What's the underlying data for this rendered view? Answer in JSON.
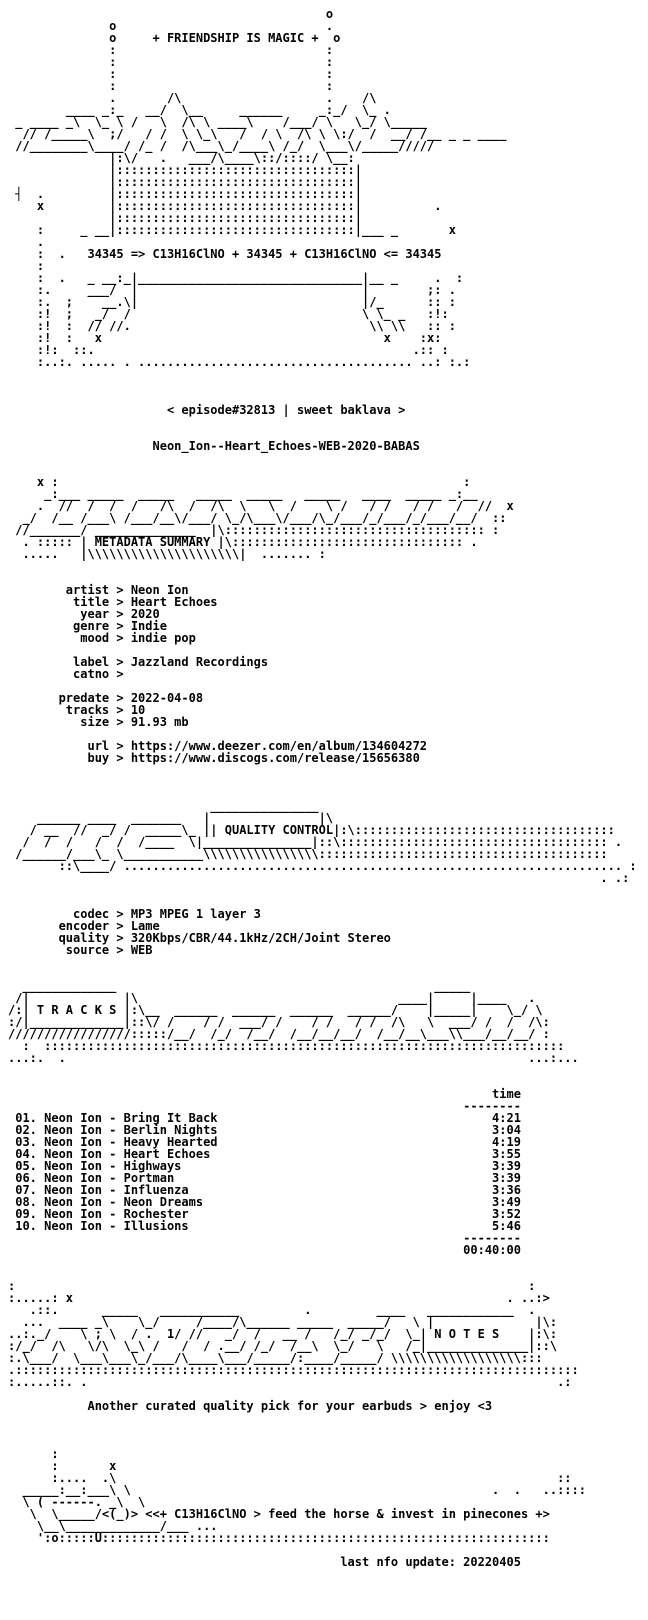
{
  "colors": {
    "background": "#ffffff",
    "text": "#000000"
  },
  "header": {
    "banner": [
      "                                            o",
      "              o                             .",
      "              o     + FRIENDSHIP IS MAGIC +  o",
      "              :                             :",
      "              :                             :",
      "              :                             :",
      "              :                             :",
      "              .       /\\                    .    /\\",
      "        ____ _:_   __/  \\__     ______     _:_/  \\_ .",
      " _ ____ _\\  \\_ \\ /   \\  /\\ \\ ____\\    /___/ \\   \\_/ \\_____",
      "  // /_____\\  ;/   / /  \\ \\_\\   /  / \\  /\\ \\ \\:/  /  __/ /__ _ _ ____",
      " //________\\____/ /_ /  /\\___\\_/____\\ /_/  \\___\\/_____/////",
      "              |:\\/   .   ___/\\____\\::/::::/ \\__:",
      "              |:::::::::::::::::::::::::::::::::|",
      "              |:::::::::::::::::::::::::::::::::|",
      " ┤  .         |:::::::::::::::::::::::::::::::::|",
      "    x         |:::::::::::::::::::::::::::::::::|          .",
      "              |:::::::::::::::::::::::::::::::::|",
      "    :     _ __|:::::::::::::::::::::::::::::::::|___ _       x",
      "    .",
      "    :  .   34345 => C13H16ClNO + 34345 + C13H16ClNO <= 34345",
      "    :"
    ],
    "frame": [
      "    :  .   _ __:_|_______________________________|__ _     .  :",
      "    :.     ___/  |                               |        ;: .",
      "    :.  ;    __.\\|                               |/_      :: :",
      "    :!  ;   _/  /                                \\ \\_ _   :!:",
      "    :!  :  // //.                                 \\\\ \\\\   :: :",
      "    :!  :   x                                       x    :x:",
      "    :!:  ::.                                            .:: :",
      "    :..:. ..... . ...................................... ..: :.:"
    ],
    "episode": "< episode#32813 | sweet baklava >",
    "release_name": "Neon_Ion--Heart_Echoes-WEB-2020-BABAS"
  },
  "metadata": {
    "heading": "METADATA SUMMARY",
    "art_top": [
      "    x :                                                        :",
      "     _:___ _____  _____   _____  _____   _____   ____  _____ _:__",
      "    .  //  /  /  /   /\\  /  /\\  \\   \\  /    \\ /   / /   / /   /  //  x",
      "  _/  /__ /___\\ /___/__\\/___/ \\_/\\___\\/___/\\_/___/_/___/_/___/__/  ::",
      " //_______/ ______________  |\\:::::::::::::::::::::::::::::::::::: :",
      "  . ::::: |"
    ],
    "art_bottom": [
      "  .....   |\\\\\\\\\\\\\\\\\\\\\\\\\\\\\\\\\\\\\\\\\\|  ....... :"
    ],
    "fields": [
      {
        "key": "artist",
        "value": "Neon Ion"
      },
      {
        "key": "title",
        "value": "Heart Echoes"
      },
      {
        "key": "year",
        "value": "2020"
      },
      {
        "key": "genre",
        "value": "Indie"
      },
      {
        "key": "mood",
        "value": "indie pop"
      },
      {
        "key": "",
        "value": ""
      },
      {
        "key": "label",
        "value": "Jazzland Recordings"
      },
      {
        "key": "catno",
        "value": ""
      },
      {
        "key": "",
        "value": ""
      },
      {
        "key": "predate",
        "value": "2022-04-08"
      },
      {
        "key": "tracks",
        "value": "10"
      },
      {
        "key": "size",
        "value": "91.93 mb"
      },
      {
        "key": "",
        "value": ""
      },
      {
        "key": "url",
        "value": "https://www.deezer.com/en/album/134604272"
      },
      {
        "key": "buy",
        "value": "https://www.discogs.com/release/15656380"
      }
    ]
  },
  "quality": {
    "heading": "QUALITY CONTROL",
    "art": [
      "                            _______________",
      "    ______ ____  _______   |               |\\",
      "   / __  //  _/ /  _____\\_ |               |:\\:::::::::::::::::::::::::::::::::::::",
      "  /  /  /   /  /  /____  \\|_______________|::\\::::::::::::::::::::::::::::::::::::: .",
      " /______/___\\_ \\___________\\\\\\\\\\\\\\\\\\\\\\\\\\\\\\\\::::::::::::::::::::::::::::::::::::::::",
      "       ::\\____/ ..................................................................... :",
      "                                                                                  . .:"
    ],
    "fields": [
      {
        "key": "codec",
        "value": "MP3 MPEG 1 layer 3"
      },
      {
        "key": "encoder",
        "value": "Lame"
      },
      {
        "key": "quality",
        "value": "320Kbps/CBR/44.1kHz/2CH/Joint Stereo"
      },
      {
        "key": "source",
        "value": "WEB"
      }
    ]
  },
  "tracks": {
    "heading": "T R A C K S",
    "art": [
      "  _____________                                            _____",
      " /|             |\\                                    ____|     |____   .",
      "/:|             |:\\__  ______  ______  ______  ______/    |_____|    \\_/ \\",
      ":/|_____________|::\\/ /    / /  ___/ /    / /   / /  /\\   \\  ___/ /  /  /\\:",
      "/////////////////:::::/__/  /_/  /__/  /__/__/__/  /__/__\\___\\\\___/__/__/ :",
      "  :  ::::::::::::::::::::::::::::::::::::::::::::::::::::::::::::::::::::::::",
      "...:.  .                                                                ...:..."
    ],
    "time_header": "time",
    "rule": "--------",
    "list": [
      {
        "no": "01.",
        "name": "Neon Ion - Bring It Back",
        "time": "4:21"
      },
      {
        "no": "02.",
        "name": "Neon Ion - Berlin Nights",
        "time": "3:04"
      },
      {
        "no": "03.",
        "name": "Neon Ion - Heavy Hearted",
        "time": "4:19"
      },
      {
        "no": "04.",
        "name": "Neon Ion - Heart Echoes",
        "time": "3:55"
      },
      {
        "no": "05.",
        "name": "Neon Ion - Highways",
        "time": "3:39"
      },
      {
        "no": "06.",
        "name": "Neon Ion - Portman",
        "time": "3:39"
      },
      {
        "no": "07.",
        "name": "Neon Ion - Influenza",
        "time": "3:36"
      },
      {
        "no": "08.",
        "name": "Neon Ion - Neon Dreams",
        "time": "3:49"
      },
      {
        "no": "09.",
        "name": "Neon Ion - Rochester",
        "time": "3:52"
      },
      {
        "no": "10.",
        "name": "Neon Ion - Illusions",
        "time": "5:46"
      }
    ],
    "total": "00:40:00"
  },
  "notes": {
    "heading": "N O T E S",
    "art": [
      ":                                                                       :",
      ":.....: x                                                            . ..:>",
      "   .::.      _____   ___________         .         ____   ____________  .",
      "  ...  ____ _\\    \\_/     /____/\\______ _____  _____/   \\ |              |\\:",
      "..:._/    \\ ; \\  / .  1/ //   _/  /   __ /   /_/ _/_/  \\_|              |:\\:",
      ":/_/  /\\   \\/\\  \\_\\ /   /  / .__/ /_/  /__\\  \\_/   \\   /_|______________|::\\",
      ":.\\___/  \\___\\___\\_/___/\\____\\___/_____/:____/_____/ \\\\\\\\\\\\\\\\\\\\\\\\\\\\\\\\\\\\:::",
      ".::::::::::::::::::::::::::::::::::::::::::::::::::::::::::::::::::::::::::::::",
      ":.....::. .                                                                 .:"
    ],
    "text": "Another curated quality pick for your earbuds > enjoy <3"
  },
  "footer": {
    "art": [
      "      :",
      "      :       x",
      "      :....  .\\                                                             ::",
      "  _____:__:___\\ \\                                                  .  .   ..::::",
      "  \\ ( ------. _\\  \\",
      "   \\  \\_____/<(_)> <<+ C13H16ClNO > feed the horse & invest in pinecones +>",
      "    \\__\\_____________/___ ...",
      "    ':o:::::U::::::::::::::::::::::::::::::::::::::::::::::::::::::::::::::"
    ],
    "update": "last nfo update: 20220405"
  }
}
